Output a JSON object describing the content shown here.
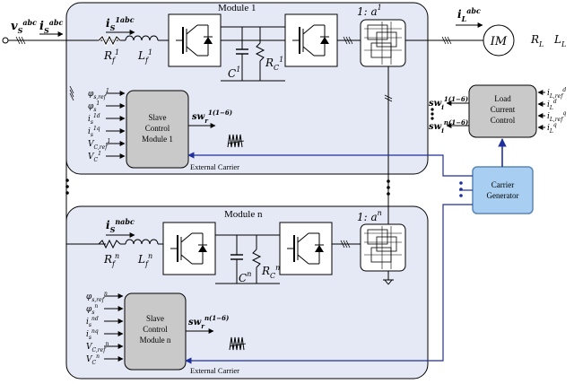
{
  "source": {
    "voltage_sym": "v",
    "voltage_sub": "S",
    "voltage_sup": "abc",
    "current_sym": "i",
    "current_sub": "S",
    "current_sup": "abc"
  },
  "load": {
    "current_sym": "i",
    "current_sub": "L",
    "current_sup": "abc",
    "motor": "IM",
    "rl": "R",
    "rl_sub": "L",
    "ll": "L",
    "ll_sub": "L"
  },
  "module1": {
    "title": "Module 1",
    "current_sym": "i",
    "current_sub": "S",
    "current_sup": "1abc",
    "rf": "R",
    "rf_sub": "f",
    "rf_sup": "1",
    "lf": "L",
    "lf_sub": "f",
    "lf_sup": "1",
    "cap": "C",
    "cap_sup": "1",
    "rc": "R",
    "rc_sub": "C",
    "rc_sup": "1",
    "ratio": "1: a",
    "ratio_sup": "1",
    "control_lines": [
      "Slave",
      "Control",
      "Module 1"
    ],
    "sw_sym": "sw",
    "sw_sub": "r",
    "sw_sup": "1(1−6)",
    "carrier_label": "External Carrier",
    "inputs": [
      {
        "s": "φ",
        "sub": "s,ref",
        "sup": "1"
      },
      {
        "s": "φ",
        "sub": "s",
        "sup": "1"
      },
      {
        "s": "i",
        "sub": "s",
        "sup": "1d"
      },
      {
        "s": "i",
        "sub": "s",
        "sup": "1q"
      },
      {
        "s": "V",
        "sub": "C,ref",
        "sup": "1"
      },
      {
        "s": "V",
        "sub": "C",
        "sup": "1"
      }
    ]
  },
  "modulen": {
    "title": "Module n",
    "current_sym": "i",
    "current_sub": "S",
    "current_sup": "nabc",
    "rf": "R",
    "rf_sub": "f",
    "rf_sup": "n",
    "lf": "L",
    "lf_sub": "f",
    "lf_sup": "n",
    "cap": "C",
    "cap_sup": "n",
    "rc": "R",
    "rc_sub": "C",
    "rc_sup": "n",
    "ratio": "1: a",
    "ratio_sup": "n",
    "control_lines": [
      "Slave",
      "Control",
      "Module n"
    ],
    "sw_sym": "sw",
    "sw_sub": "r",
    "sw_sup": "n(1−6)",
    "carrier_label": "External Carrier",
    "inputs": [
      {
        "s": "φ",
        "sub": "s,ref",
        "sup": "n"
      },
      {
        "s": "φ",
        "sub": "s",
        "sup": "n"
      },
      {
        "s": "i",
        "sub": "s",
        "sup": "nd"
      },
      {
        "s": "i",
        "sub": "s",
        "sup": "nq"
      },
      {
        "s": "V",
        "sub": "C,ref",
        "sup": "n"
      },
      {
        "s": "V",
        "sub": "C",
        "sup": "n"
      }
    ]
  },
  "load_control": {
    "lines": [
      "Load",
      "Current",
      "Control"
    ],
    "sw1_sym": "sw",
    "sw1_sub": "i",
    "sw1_sup": "1(1−6)",
    "swn_sym": "sw",
    "swn_sub": "i",
    "swn_sup": "n(1−6)",
    "inputs": [
      {
        "s": "i",
        "sub": "L,ref",
        "sup": "d"
      },
      {
        "s": "i",
        "sub": "L",
        "sup": "d"
      },
      {
        "s": "i",
        "sub": "L,ref",
        "sup": "q"
      },
      {
        "s": "i",
        "sub": "L",
        "sup": "q"
      }
    ]
  },
  "carrier_generator": {
    "lines": [
      "Carrier",
      "Generator"
    ]
  },
  "colors": {
    "module_fill": "#e4e9f5",
    "control_fill": "#c9c9c9",
    "carrier_fill": "#a8cff2",
    "carrier_stroke": "#5a86b8",
    "carrier_line": "#1f2f9c"
  }
}
